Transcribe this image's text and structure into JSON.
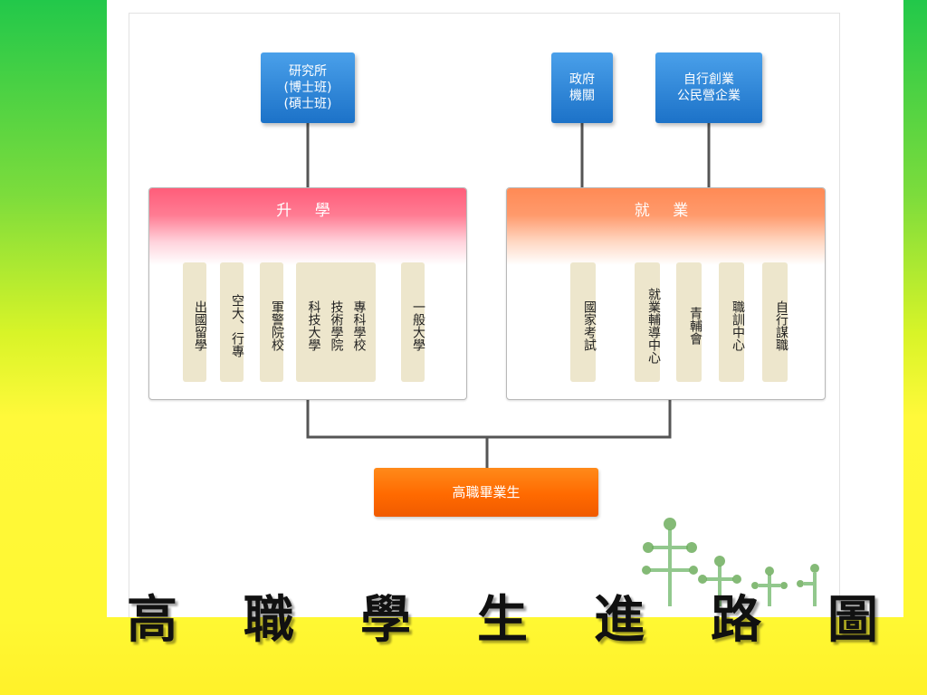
{
  "diagram": {
    "top_nodes": {
      "graduate_school": [
        "研究所",
        "(博士班)",
        "(碩士班)"
      ],
      "government": [
        "政府",
        "機關"
      ],
      "self_employed": [
        "自行創業",
        "公民營企業"
      ]
    },
    "groups": {
      "further_study": {
        "title": "升 學",
        "items": [
          "出國留學",
          "空大、行專",
          "軍警院校",
          "專科學校",
          "技術學院",
          "科技大學",
          "一般大學"
        ]
      },
      "employment": {
        "title": "就 業",
        "items": [
          "國家考試",
          "就業輔導中心",
          "青輔會",
          "職訓中心",
          "自行謀職"
        ]
      }
    },
    "root": "高職畢業生"
  },
  "slide_title": [
    "高",
    "職",
    "學",
    "生",
    "進",
    "路",
    "圖"
  ],
  "colors": {
    "node_blue": "#1c72c8",
    "root_orange": "#ff6a00",
    "study_header": "#ff5d7a",
    "employment_header": "#ff8a55",
    "pill_bg": "#ede6cc",
    "connector": "#555555"
  }
}
